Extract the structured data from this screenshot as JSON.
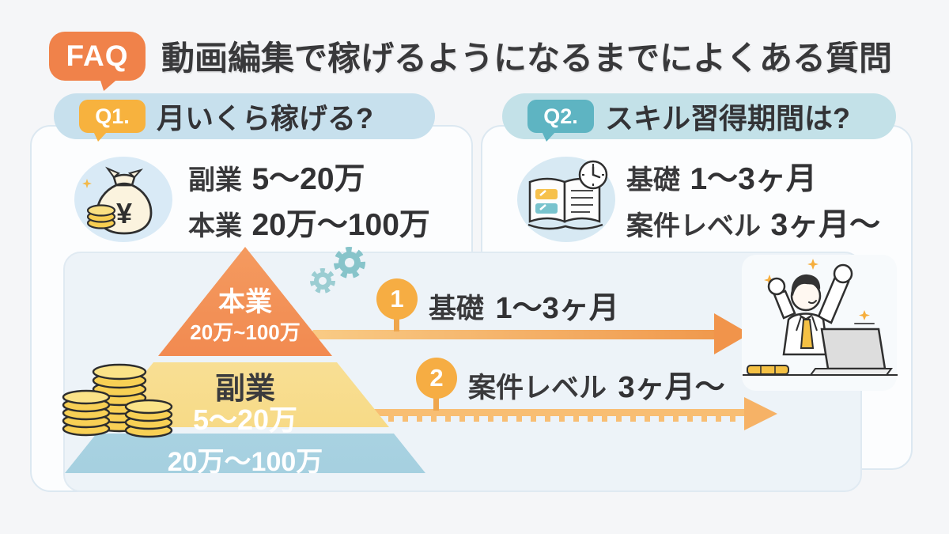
{
  "header": {
    "badge": "FAQ",
    "title": "動画編集で稼げるようになるまでによくある質問"
  },
  "q1": {
    "badge": "Q1.",
    "question": "月いくら稼げる?",
    "icon": "money-bag-icon",
    "rows": [
      {
        "label": "副業",
        "value": "5〜20万"
      },
      {
        "label": "本業",
        "value": "20万〜100万"
      }
    ]
  },
  "q2": {
    "badge": "Q2.",
    "question": "スキル習得期間は?",
    "icon": "book-clock-icon",
    "rows": [
      {
        "label": "基礎",
        "value": "1〜3ヶ月"
      },
      {
        "label": "案件レベル",
        "value": "3ヶ月〜"
      }
    ]
  },
  "chart_data": {
    "type": "pyramid",
    "levels": [
      {
        "label": "本業",
        "value": "20万~100万",
        "color": "#F0814C"
      },
      {
        "label": "副業",
        "value": "5〜20万",
        "color": "#F7DB8C"
      },
      {
        "label": "",
        "value": "20万〜100万",
        "color": "#A9D3E2"
      }
    ]
  },
  "timeline": {
    "steps": [
      {
        "number": "1",
        "label": "基礎",
        "value": "1〜3ヶ月",
        "line_style": "solid"
      },
      {
        "number": "2",
        "label": "案件レベル",
        "value": "3ヶ月〜",
        "line_style": "dashed"
      }
    ]
  },
  "colors": {
    "accent_orange": "#F0824A",
    "badge_yellow": "#F7B23E",
    "badge_teal": "#5EB4C2",
    "pill_blue": "#C7E0ED",
    "pyramid_top": "#F0814C",
    "pyramid_middle": "#F7DB8C",
    "pyramid_bottom": "#A9D3E2",
    "arrow_orange": "#F1944B",
    "panel_blue": "#EDF3F8",
    "text_dark": "#39393B"
  }
}
